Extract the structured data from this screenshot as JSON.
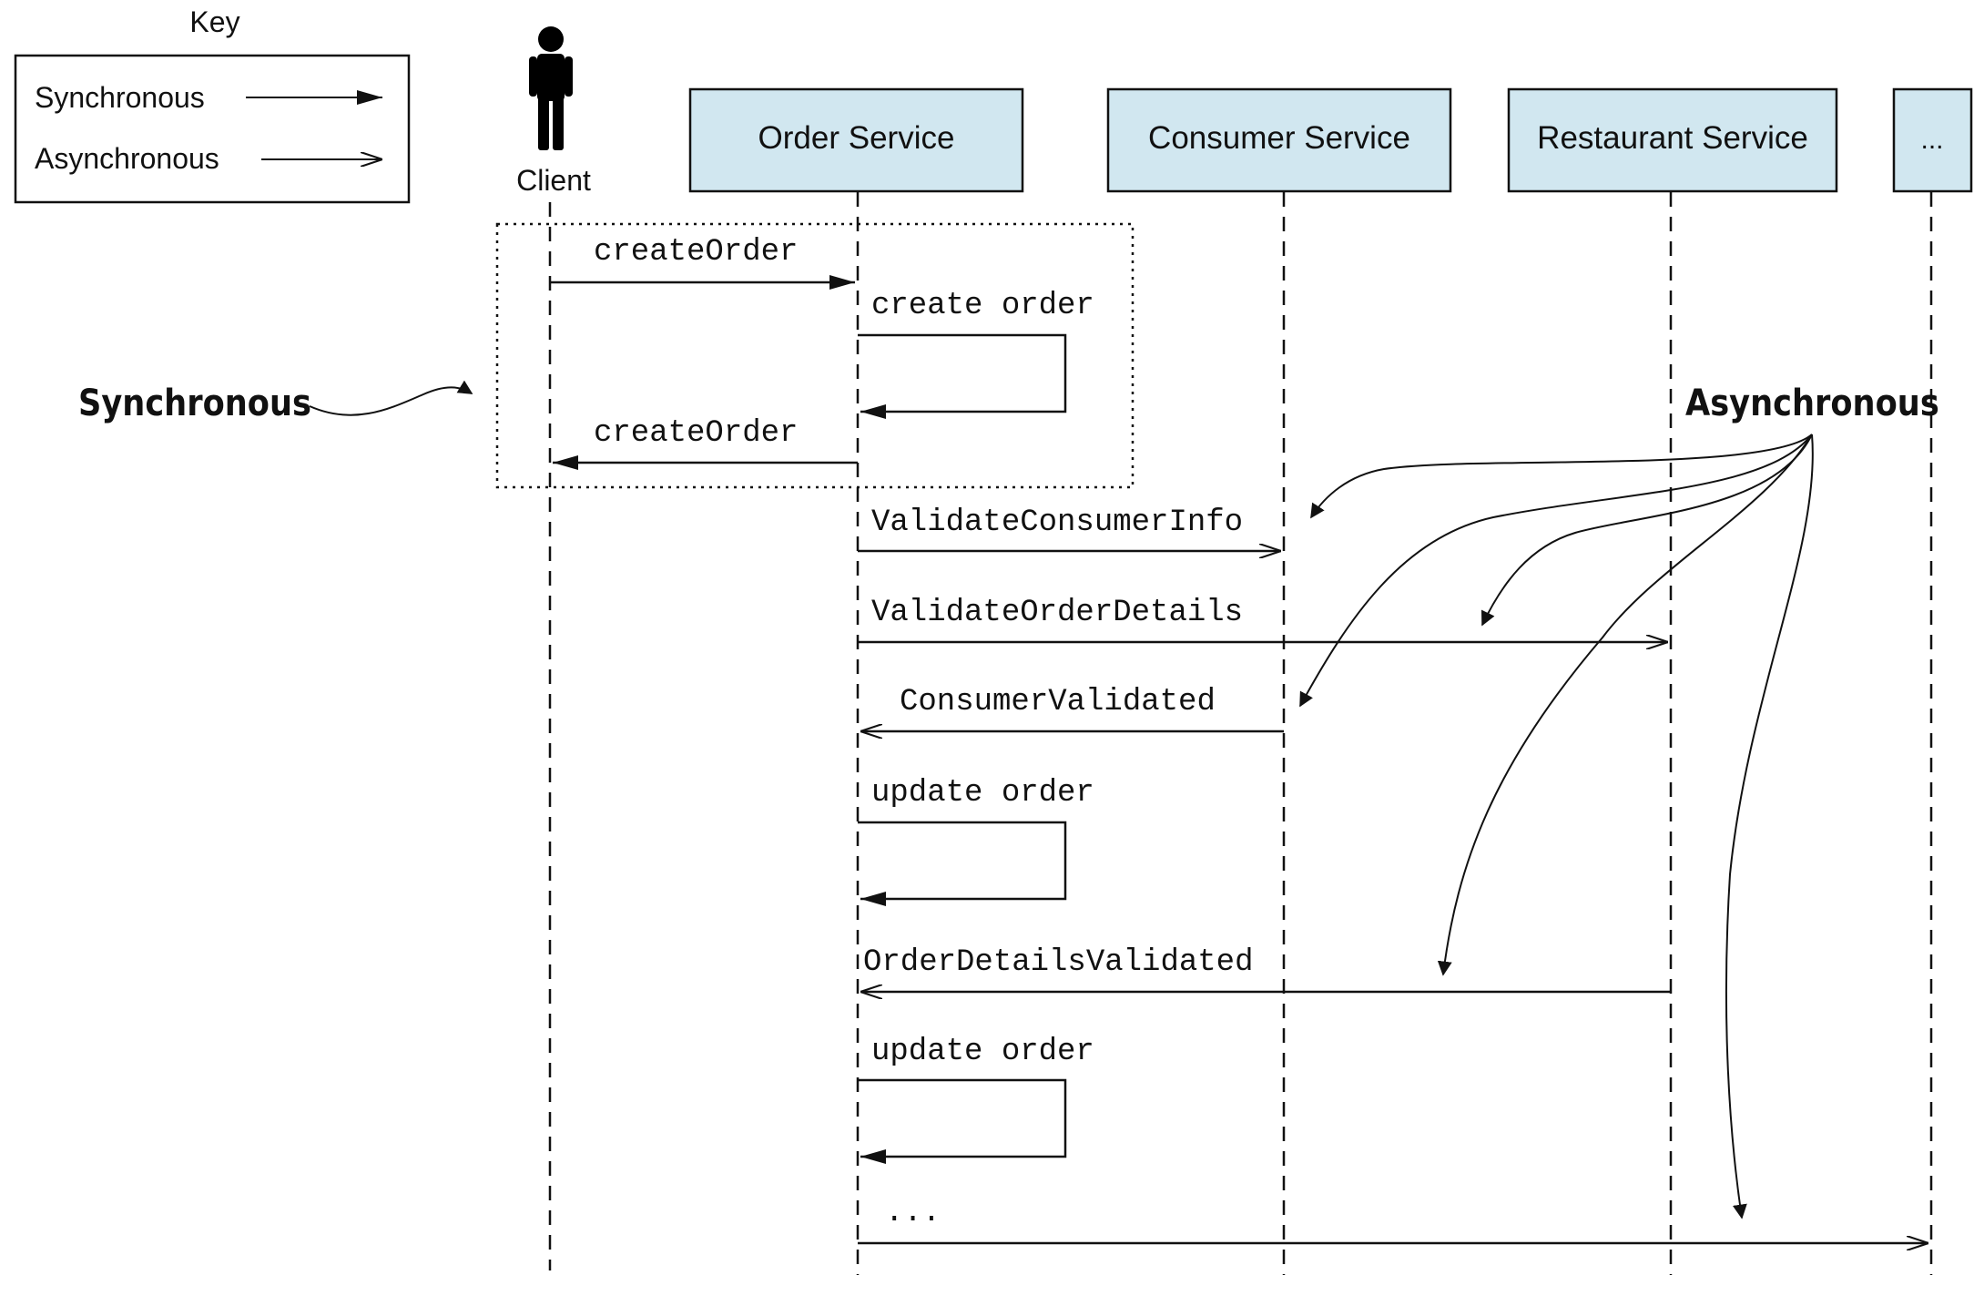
{
  "key": {
    "title": "Key",
    "synchronous_label": "Synchronous",
    "asynchronous_label": "Asynchronous"
  },
  "client": {
    "label": "Client"
  },
  "services": [
    {
      "label": "Order Service"
    },
    {
      "label": "Consumer Service"
    },
    {
      "label": "Restaurant Service"
    },
    {
      "label": "..."
    }
  ],
  "annotations": {
    "synchronous": "Synchronous",
    "asynchronous": "Asynchronous"
  },
  "messages": {
    "create_order_request": "createOrder",
    "create_order_self": "create order",
    "create_order_response": "createOrder",
    "validate_consumer_info": "ValidateConsumerInfo",
    "validate_order_details": "ValidateOrderDetails",
    "consumer_validated": "ConsumerValidated",
    "update_order_1": "update order",
    "order_details_validated": "OrderDetailsValidated",
    "update_order_2": "update order",
    "more": "..."
  },
  "colors": {
    "service_fill": "#d1e7f0",
    "stroke": "#111111"
  }
}
